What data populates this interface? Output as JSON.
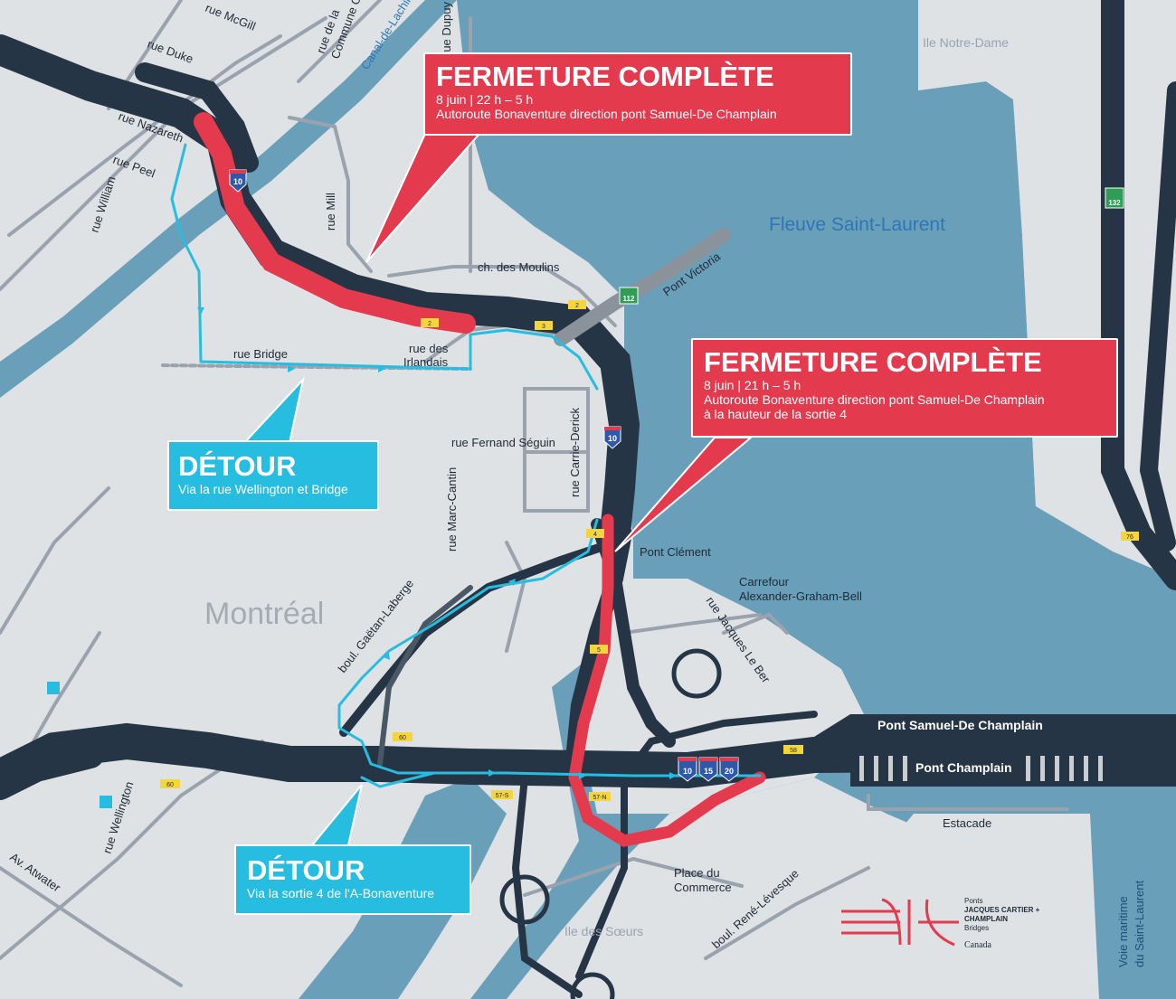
{
  "map_title": "Montréal",
  "river_title": "Fleuve Saint-Laurent",
  "closures": [
    {
      "title": "FERMETURE COMPLÈTE",
      "time": "8 juin | 22 h – 5 h",
      "details": [
        "Autoroute Bonaventure direction pont Samuel-De Champlain"
      ]
    },
    {
      "title": "FERMETURE COMPLÈTE",
      "time": "8 juin | 21 h – 5 h",
      "details": [
        "Autoroute Bonaventure direction pont Samuel-De Champlain",
        "à la hauteur de la sortie 4"
      ]
    }
  ],
  "detours": [
    {
      "title": "DÉTOUR",
      "detail": "Via la rue Wellington et Bridge"
    },
    {
      "title": "DÉTOUR",
      "detail": "Via la sortie 4 de l'A-Bonaventure"
    }
  ],
  "place_labels": {
    "ile_notre_dame": "Ile Notre-Dame",
    "ile_des_soeurs": "Ile des Sœurs"
  },
  "street_labels": {
    "rue_mcgill": "rue McGill",
    "rue_commune_1": "rue de la",
    "rue_commune_2": "Commune O.",
    "canal": "Canal-de-Lachine",
    "rue_dupuy": "rue Dupuy",
    "rue_duke": "rue Duke",
    "rue_nazareth": "rue Nazareth",
    "rue_peel": "rue Peel",
    "rue_william": "rue William",
    "rue_mill": "rue Mill",
    "ch_moulins": "ch. des Moulins",
    "pont_victoria": "Pont Victoria",
    "rue_bridge": "rue Bridge",
    "rue_irlandais_1": "rue des",
    "rue_irlandais_2": "Irlandais",
    "rue_fernand": "rue Fernand Séguin",
    "rue_carrie": "rue Carrie-Derick",
    "rue_marc": "rue Marc-Cantin",
    "pont_clement": "Pont Clément",
    "carrefour_1": "Carrefour",
    "carrefour_2": "Alexander-Graham-Bell",
    "rue_jacques": "rue Jacques Le Ber",
    "boul_gaetan": "boul. Gaëtan-Laberge",
    "pont_sdc": "Pont Samuel-De Champlain",
    "pont_champlain": "Pont Champlain",
    "estacade": "Estacade",
    "place_1": "Place du",
    "place_2": "Commerce",
    "boul_rene": "boul. René-Lévesque",
    "rue_wellington": "rue Wellington",
    "av_atwater": "Av. Atwater",
    "voie_1": "Voie maritime",
    "voie_2": "du Saint-Laurent"
  },
  "exit_numbers": {
    "e2a": "2",
    "e3": "3",
    "e2b": "2",
    "e4": "4",
    "e5": "5",
    "e60a": "60",
    "e60b": "60",
    "e57s": "57-S",
    "e57n": "57-N",
    "e58": "58",
    "e76": "76"
  },
  "route_shields": {
    "i10_top": "10",
    "i10_mid": "10",
    "i10_b": "10",
    "i15": "15",
    "i20": "20",
    "r112": "112",
    "r132": "132"
  },
  "logo": {
    "line1": "Ponts",
    "line2": "JACQUES CARTIER +",
    "line3": "CHAMPLAIN",
    "line4": "Bridges",
    "canada": "Canada"
  },
  "colors": {
    "water": "#6a9fba",
    "land": "#dfe2e5",
    "highway": "#263545",
    "closure_red": "#e43a4e",
    "detour_blue": "#27bde0",
    "street": "#9aa3ad",
    "exit_tag": "#f6d53c"
  }
}
